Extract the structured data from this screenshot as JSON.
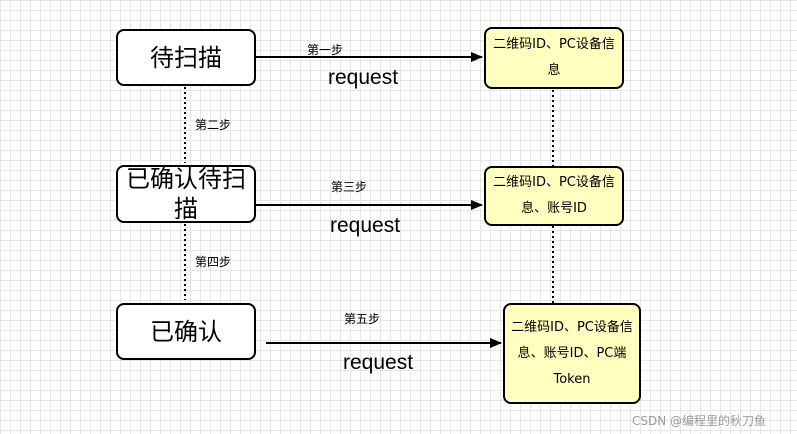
{
  "states": [
    {
      "label": "待扫描"
    },
    {
      "label": "已确认待扫描"
    },
    {
      "label": "已确认"
    }
  ],
  "payloads": [
    {
      "text": "二维码ID、PC设备信息"
    },
    {
      "text": "二维码ID、PC设备信息、账号ID"
    },
    {
      "text": "二维码ID、PC设备信息、账号ID、PC端Token"
    }
  ],
  "steps": {
    "step1": "第一步",
    "step2": "第二步",
    "step3": "第三步",
    "step4": "第四步",
    "step5": "第五步"
  },
  "requests": [
    "request",
    "request",
    "request"
  ],
  "watermark": "CSDN @编程里的秋刀鱼",
  "colors": {
    "payload_fill": "#ffffc0",
    "border": "#000000",
    "grid": "#e6e6e6"
  }
}
